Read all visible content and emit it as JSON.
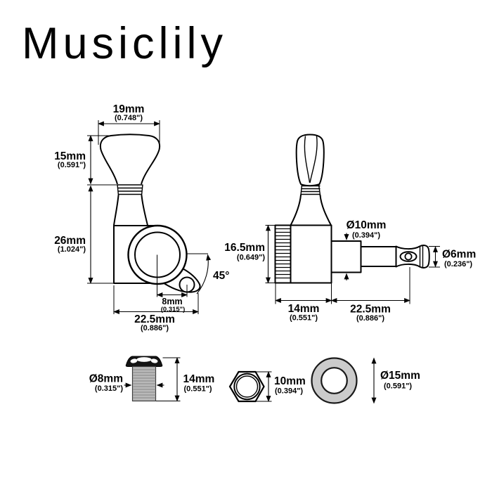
{
  "brand": "Musiclily",
  "colors": {
    "line": "#000000",
    "background": "#ffffff",
    "bushing_gray": "#b9b9b9",
    "washer_gray": "#cbcbcb",
    "flange_black": "#141414"
  },
  "front_view": {
    "button_width_mm": "19mm",
    "button_width_in": "(0.748\")",
    "button_height_mm": "15mm",
    "button_height_in": "(0.591\")",
    "body_height_mm": "26mm",
    "body_height_in": "(1.024\")",
    "screw_offset_mm": "8mm",
    "screw_offset_in": "(0.315\")",
    "total_width_mm": "22.5mm",
    "total_width_in": "(0.886\")",
    "ear_angle": "45°"
  },
  "side_view": {
    "housing_height_mm": "16.5mm",
    "housing_height_in": "(0.649\")",
    "thread_dia_mm": "Ø10mm",
    "thread_dia_in": "(0.394\")",
    "post_dia_mm": "Ø6mm",
    "post_dia_in": "(0.236\")",
    "housing_depth_mm": "14mm",
    "housing_depth_in": "(0.551\")",
    "post_length_mm": "22.5mm",
    "post_length_in": "(0.886\")"
  },
  "hardware": {
    "bushing_dia_mm": "Ø8mm",
    "bushing_dia_in": "(0.315\")",
    "bushing_height_mm": "14mm",
    "bushing_height_in": "(0.551\")",
    "nut_size_mm": "10mm",
    "nut_size_in": "(0.394\")",
    "washer_dia_mm": "Ø15mm",
    "washer_dia_in": "(0.591\")"
  }
}
